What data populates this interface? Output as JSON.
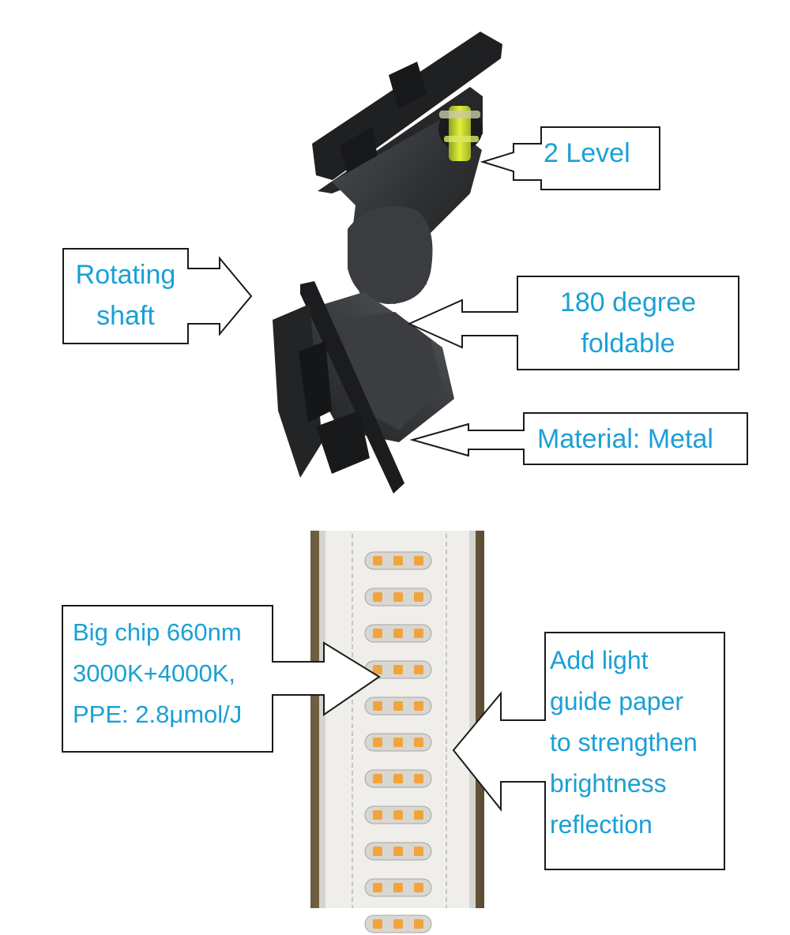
{
  "callouts": {
    "level": "2 Level",
    "rotating_line1": "Rotating",
    "rotating_line2": "shaft",
    "foldable_line1": "180 degree",
    "foldable_line2": "foldable",
    "material": "Material: Metal",
    "chip_line1": "Big chip 660nm",
    "chip_line2": "3000K+4000K,",
    "chip_line3": "PPE: 2.8μmol/J",
    "guide_line1": "Add light",
    "guide_line2": "guide paper",
    "guide_line3": "to strengthen",
    "guide_line4": "brightness",
    "guide_line5": "reflection"
  },
  "colors": {
    "label_text": "#1aa0d6",
    "bracket_metal": "#2b2d2f",
    "led_warm": "#f2a43c",
    "strip_panel": "#ecebe8"
  }
}
